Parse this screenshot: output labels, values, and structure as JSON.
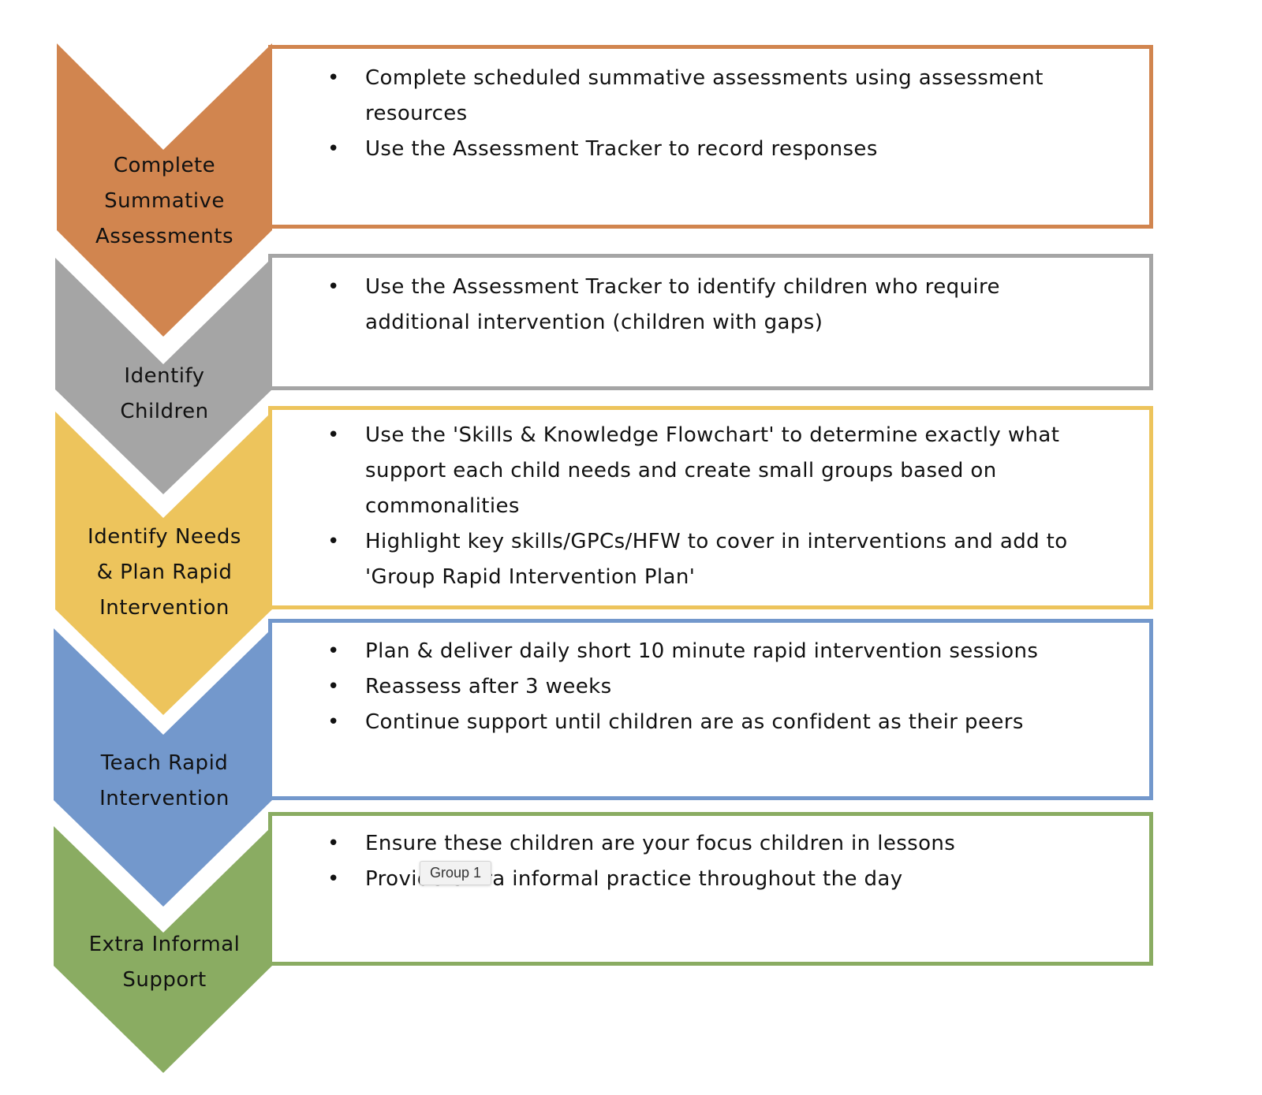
{
  "steps": [
    {
      "label": [
        "Complete",
        "Summative",
        "Assessments"
      ],
      "color": "#D1854F",
      "bullets": [
        "Complete scheduled summative assessments using assessment resources",
        "Use the Assessment Tracker to record responses"
      ]
    },
    {
      "label": [
        "Identify",
        "Children"
      ],
      "color": "#A5A5A5",
      "bullets": [
        "Use the Assessment Tracker to identify children who require additional intervention (children with gaps)"
      ]
    },
    {
      "label": [
        "Identify Needs",
        "& Plan Rapid",
        "Intervention"
      ],
      "color": "#EDC45C",
      "bullets": [
        "Use the 'Skills & Knowledge Flowchart' to determine exactly what support each child needs and create small groups based on commonalities",
        "Highlight key skills/GPCs/HFW to cover in interventions and add to 'Group Rapid Intervention Plan'"
      ]
    },
    {
      "label": [
        "Teach Rapid",
        "Intervention"
      ],
      "color": "#7398CC",
      "bullets": [
        "Plan & deliver daily short 10 minute rapid intervention sessions",
        "Reassess after 3 weeks",
        "Continue support until children are as confident as their peers"
      ]
    },
    {
      "label": [
        "Extra Informal",
        "Support"
      ],
      "color": "#8AAC62",
      "bullets": [
        "Ensure these children are your focus children in lessons",
        "Provide extra informal practice throughout the day"
      ]
    }
  ],
  "bullet_glyph": "•",
  "tooltip": {
    "text": "Group 1"
  }
}
